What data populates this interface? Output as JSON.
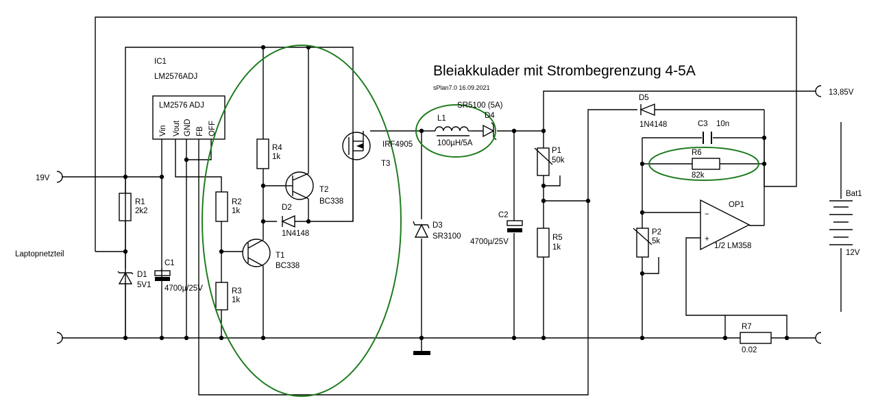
{
  "title": "Bleiakkulader mit Strombegrenzung 4-5A",
  "subtitle": "sPlan7.0 16.09.2021",
  "terminals": {
    "in": "19V",
    "out": "13,85V",
    "supply_note": "Laptopnetzteil"
  },
  "ic1": {
    "ref": "IC1",
    "part": "LM2576ADJ",
    "box_label": "LM2576 ADJ",
    "pins": [
      "Vin",
      "Vout",
      "GND",
      "FB",
      "OFF"
    ]
  },
  "components": {
    "r1": {
      "ref": "R1",
      "value": "2k2"
    },
    "d1": {
      "ref": "D1",
      "value": "5V1"
    },
    "c1": {
      "ref": "C1",
      "value": "4700µ/25V"
    },
    "r2": {
      "ref": "R2",
      "value": "1k"
    },
    "r3": {
      "ref": "R3",
      "value": "1k"
    },
    "r4": {
      "ref": "R4",
      "value": "1k"
    },
    "t1": {
      "ref": "T1",
      "value": "BC338"
    },
    "t2": {
      "ref": "T2",
      "value": "BC338"
    },
    "d2": {
      "ref": "D2",
      "value": "1N4148"
    },
    "t3": {
      "ref": "T3",
      "value": "IRF4905"
    },
    "d3": {
      "ref": "D3",
      "value": "SR3100"
    },
    "l1": {
      "ref": "L1",
      "value": "100µH/5A"
    },
    "d4": {
      "ref": "D4",
      "value": "SR5100 (5A)"
    },
    "c2": {
      "ref": "C2",
      "value": "4700µ/25V"
    },
    "p1": {
      "ref": "P1",
      "value": "50k"
    },
    "r5": {
      "ref": "R5",
      "value": "1k"
    },
    "d5": {
      "ref": "D5",
      "value": "1N4148"
    },
    "c3": {
      "ref": "C3",
      "value": "10n"
    },
    "r6": {
      "ref": "R6",
      "value": "82k"
    },
    "p2": {
      "ref": "P2",
      "value": "5k"
    },
    "op1": {
      "ref": "OP1",
      "value": "1/2 LM358",
      "minus": "−",
      "plus": "+"
    },
    "r7": {
      "ref": "R7",
      "value": "0.02"
    },
    "bat1": {
      "ref": "Bat1",
      "value": "12V"
    }
  },
  "colors": {
    "wire": "#000000",
    "highlight": "#1e7b1e",
    "background": "#ffffff"
  }
}
